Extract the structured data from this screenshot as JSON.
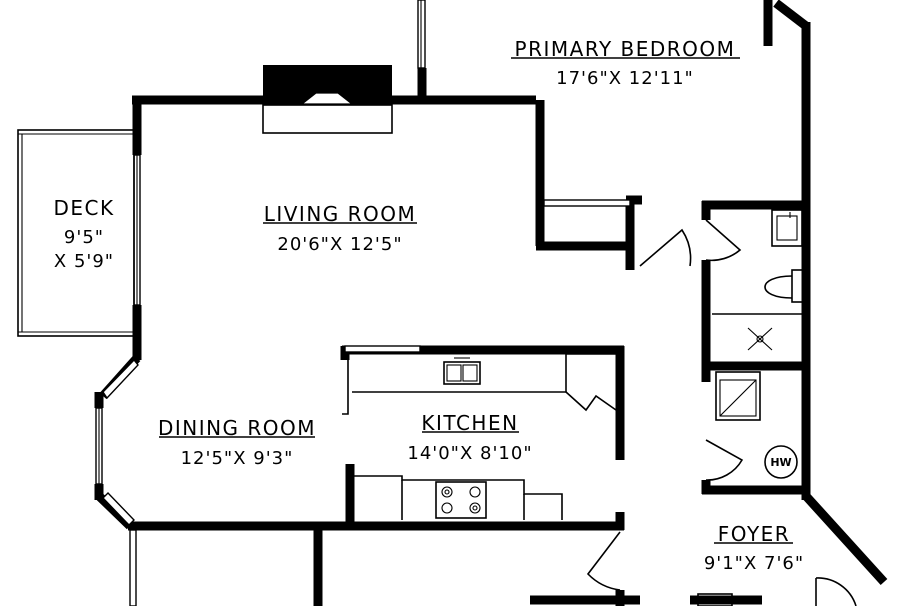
{
  "rooms": {
    "primary_bedroom": {
      "name": "PRIMARY BEDROOM",
      "size": "17'6\"X 12'11\""
    },
    "living_room": {
      "name": "LIVING ROOM",
      "size": "20'6\"X 12'5\""
    },
    "deck": {
      "name": "DECK",
      "size_line1": "9'5\"",
      "size_line2": "X 5'9\""
    },
    "dining_room": {
      "name": "DINING ROOM",
      "size": "12'5\"X 9'3\""
    },
    "kitchen": {
      "name": "KITCHEN",
      "size": "14'0\"X 8'10\""
    },
    "foyer": {
      "name": "FOYER",
      "size": "9'1\"X 7'6\""
    }
  },
  "fixtures": {
    "water_heater": "HW"
  }
}
